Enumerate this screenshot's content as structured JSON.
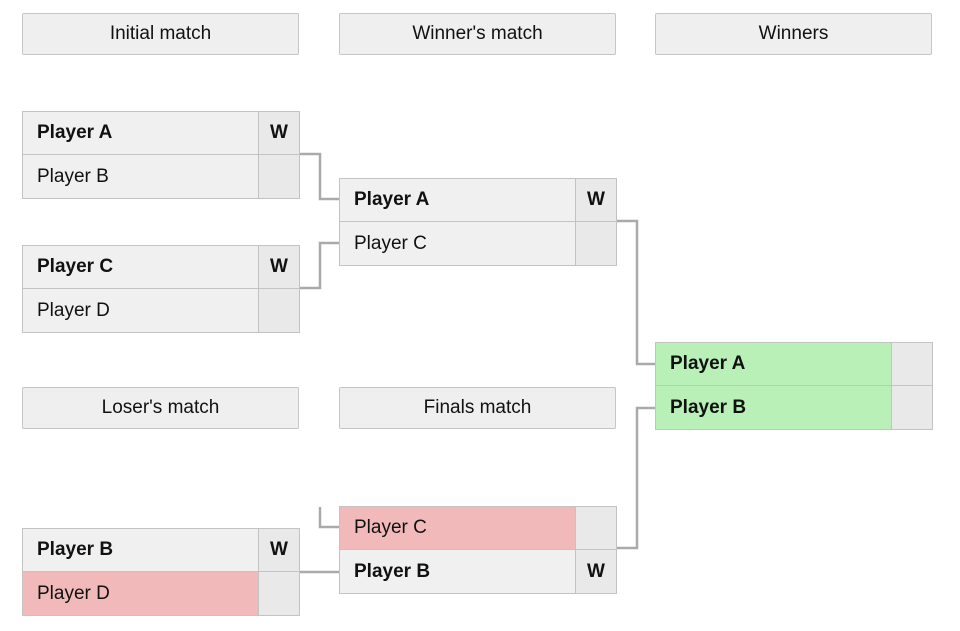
{
  "headers": {
    "initial": "Initial match",
    "winners_match": "Winner's match",
    "winners": "Winners",
    "losers_match": "Loser's match",
    "finals_match": "Finals match"
  },
  "matches": {
    "initial_1": {
      "top": "Player A",
      "bottom": "Player B",
      "mark": "W"
    },
    "initial_2": {
      "top": "Player C",
      "bottom": "Player D",
      "mark": "W"
    },
    "winners_match": {
      "top": "Player A",
      "bottom": "Player C",
      "mark": "W"
    },
    "losers_match": {
      "top": "Player B",
      "bottom": "Player D",
      "mark": "W"
    },
    "finals_match": {
      "top": "Player C",
      "bottom": "Player B",
      "mark": "W"
    },
    "winners": {
      "top": "Player A",
      "bottom": "Player B"
    }
  },
  "colors": {
    "loser_highlight": "#f1b9b9",
    "winner_highlight": "#b8f0b8",
    "connector": "#aaaaaa"
  }
}
